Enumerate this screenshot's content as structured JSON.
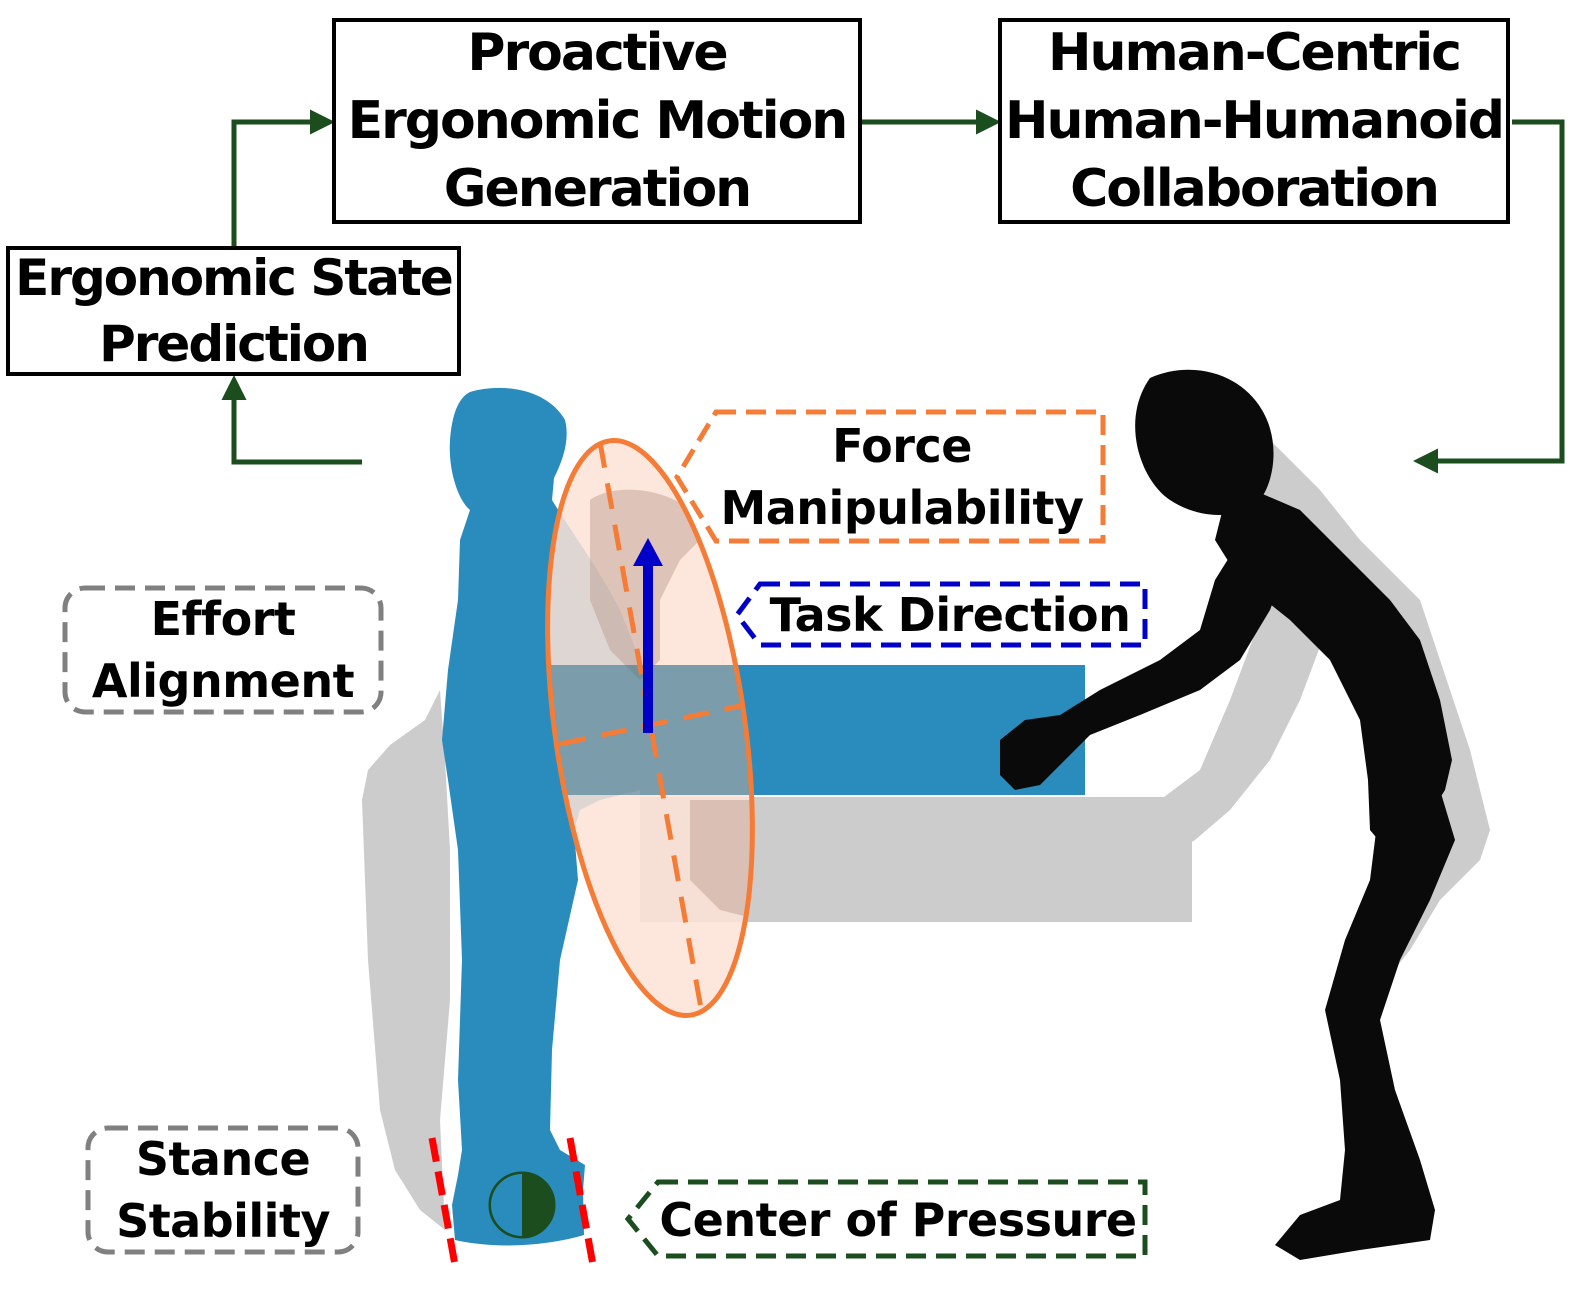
{
  "figure": {
    "type": "framework-diagram",
    "flow_boxes": [
      {
        "id": "state_prediction",
        "lines": [
          "Ergonomic State",
          "Prediction"
        ]
      },
      {
        "id": "motion_generation",
        "lines": [
          "Proactive",
          "Ergonomic Motion",
          "Generation"
        ]
      },
      {
        "id": "collaboration",
        "lines": [
          "Human-Centric",
          "Human-Humanoid",
          "Collaboration"
        ]
      }
    ],
    "flow_arrows": [
      {
        "from": "scene_human",
        "to": "state_prediction"
      },
      {
        "from": "state_prediction",
        "to": "motion_generation"
      },
      {
        "from": "motion_generation",
        "to": "collaboration"
      },
      {
        "from": "collaboration",
        "to": "scene_robot"
      }
    ],
    "criteria_tags": [
      {
        "id": "effort",
        "lines": [
          "Effort",
          "Alignment"
        ],
        "style": "gray-dashed-rounded"
      },
      {
        "id": "stance",
        "lines": [
          "Stance",
          "Stability"
        ],
        "style": "gray-dashed-rounded"
      }
    ],
    "callouts": [
      {
        "id": "force",
        "lines": [
          "Force",
          "Manipulability"
        ],
        "style": "orange-dashed-pointer"
      },
      {
        "id": "task",
        "lines": [
          "Task Direction"
        ],
        "style": "blue-dashed-pointer"
      },
      {
        "id": "cop",
        "lines": [
          "Center of Pressure"
        ],
        "style": "green-dashed-pointer"
      }
    ],
    "scene": {
      "human": "blue human silhouette holding box (with gray ghost of previous posture)",
      "robot": "black humanoid robot silhouette bending to hold box (with gray ghost)",
      "object": "blue box carried between human and robot (gray ghost lower)",
      "ellipsoid": "force manipulability ellipsoid around human arm",
      "task_arrow": "upward blue arrow",
      "cop_marker": "center of pressure symbol between support polygon lines"
    },
    "colors": {
      "flow_arrow": "#1b4d1e",
      "human": "#2a8cbc",
      "ghost": "#cccccc",
      "robot": "#0a0a0a",
      "ellipsoid_stroke": "#f47c36",
      "ellipsoid_fill": "#fde3d7",
      "task_arrow": "#0000c8",
      "cop": "#1b4d1e",
      "support_lines": "#ff0000",
      "tag_gray": "#808080"
    }
  }
}
